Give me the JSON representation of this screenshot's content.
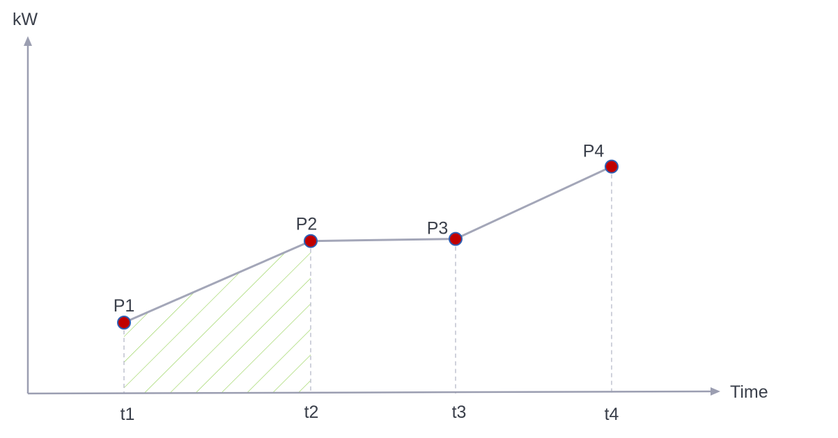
{
  "chart_data": {
    "type": "line",
    "title": "",
    "xlabel": "Time",
    "ylabel": "kW",
    "grid": false,
    "x": [
      "t1",
      "t2",
      "t3",
      "t4"
    ],
    "series": [
      {
        "values": [
          1.0,
          2.15,
          2.18,
          3.2
        ],
        "point_labels": [
          "P1",
          "P2",
          "P3",
          "P4"
        ]
      }
    ],
    "ylim": [
      0,
      5
    ],
    "shaded_area": {
      "from": "t1",
      "to": "t2",
      "pattern": "diagonal-hatch"
    },
    "drop_lines": "dashed",
    "colors": {
      "line": "#a3a6b8",
      "axis": "#9b9eb1",
      "point_fill": "#c00000",
      "point_stroke": "#2f5fb3",
      "hatch": "#92d050",
      "drop_line": "#bfc2cf",
      "text": "#3a3f4a"
    }
  }
}
